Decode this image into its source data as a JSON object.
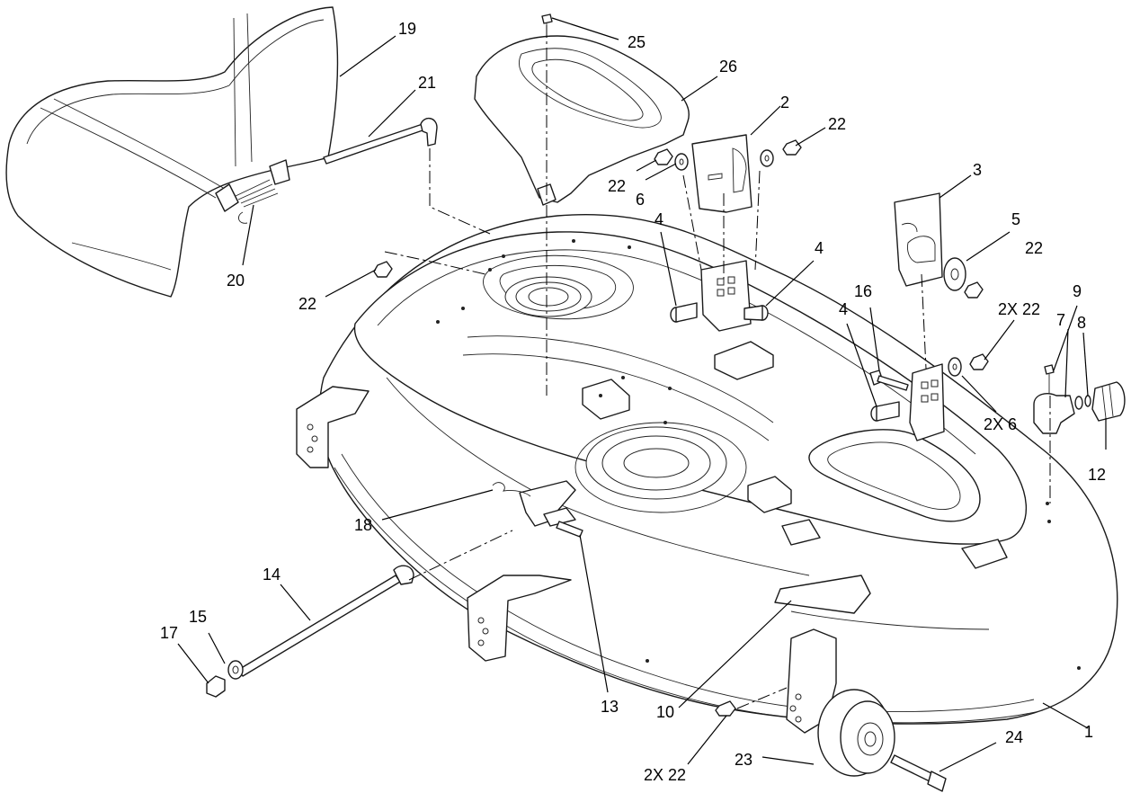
{
  "callouts": [
    {
      "id": "c1",
      "text": "1"
    },
    {
      "id": "c2",
      "text": "2"
    },
    {
      "id": "c3",
      "text": "3"
    },
    {
      "id": "c4a",
      "text": "4"
    },
    {
      "id": "c4b",
      "text": "4"
    },
    {
      "id": "c4c",
      "text": "4"
    },
    {
      "id": "c5",
      "text": "5"
    },
    {
      "id": "c6",
      "text": "6"
    },
    {
      "id": "c2x6",
      "text": "2X 6"
    },
    {
      "id": "c7",
      "text": "7"
    },
    {
      "id": "c8",
      "text": "8"
    },
    {
      "id": "c9",
      "text": "9"
    },
    {
      "id": "c10",
      "text": "10"
    },
    {
      "id": "c12",
      "text": "12"
    },
    {
      "id": "c13",
      "text": "13"
    },
    {
      "id": "c14",
      "text": "14"
    },
    {
      "id": "c15",
      "text": "15"
    },
    {
      "id": "c16",
      "text": "16"
    },
    {
      "id": "c17",
      "text": "17"
    },
    {
      "id": "c18",
      "text": "18"
    },
    {
      "id": "c19",
      "text": "19"
    },
    {
      "id": "c20",
      "text": "20"
    },
    {
      "id": "c21",
      "text": "21"
    },
    {
      "id": "c22a",
      "text": "22"
    },
    {
      "id": "c22b",
      "text": "22"
    },
    {
      "id": "c22c",
      "text": "22"
    },
    {
      "id": "c22d",
      "text": "22"
    },
    {
      "id": "c2x22a",
      "text": "2X 22"
    },
    {
      "id": "c2x22b",
      "text": "2X 22"
    },
    {
      "id": "c23",
      "text": "23"
    },
    {
      "id": "c24",
      "text": "24"
    },
    {
      "id": "c25",
      "text": "25"
    },
    {
      "id": "c26",
      "text": "26"
    }
  ]
}
